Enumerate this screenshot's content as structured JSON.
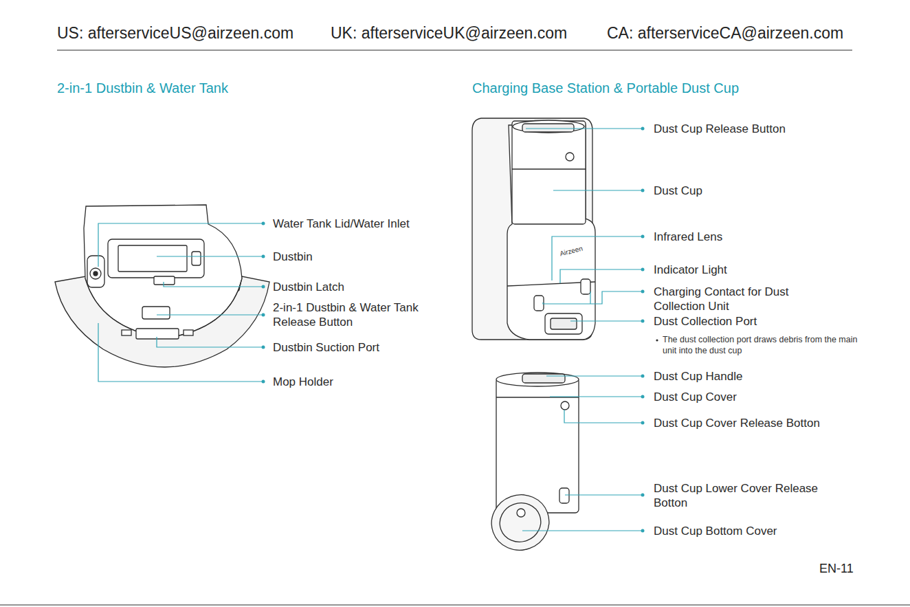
{
  "diagram": {
    "labels": [
      "US: afterserviceUS@airzeen.com",
      "UK: afterserviceUK@airzeen.com",
      "CA: afterserviceCA@airzeen.com",
      "2-in-1 Dustbin & Water Tank",
      "Charging Base Station & Portable Dust Cup",
      "Water Tank Lid/Water Inlet",
      "Dustbin",
      "Dustbin Latch",
      "2-in-1 Dustbin & Water Tank Release Button",
      "Dustbin Suction Port",
      "Mop Holder",
      "Dust Cup Release Button",
      "Dust Cup",
      "Infrared Lens",
      "Indicator Light",
      "Charging Contact for Dust Collection Unit",
      "Dust Collection Port",
      "The dust collection port draws debris from the main unit into the dust cup",
      "Dust Cup Handle",
      "Dust Cup Cover",
      "Dust Cup Cover Release Botton",
      "Dust Cup Lower Cover Release Botton",
      "Dust Cup Bottom Cover",
      "Airzeen",
      "EN-11"
    ]
  }
}
